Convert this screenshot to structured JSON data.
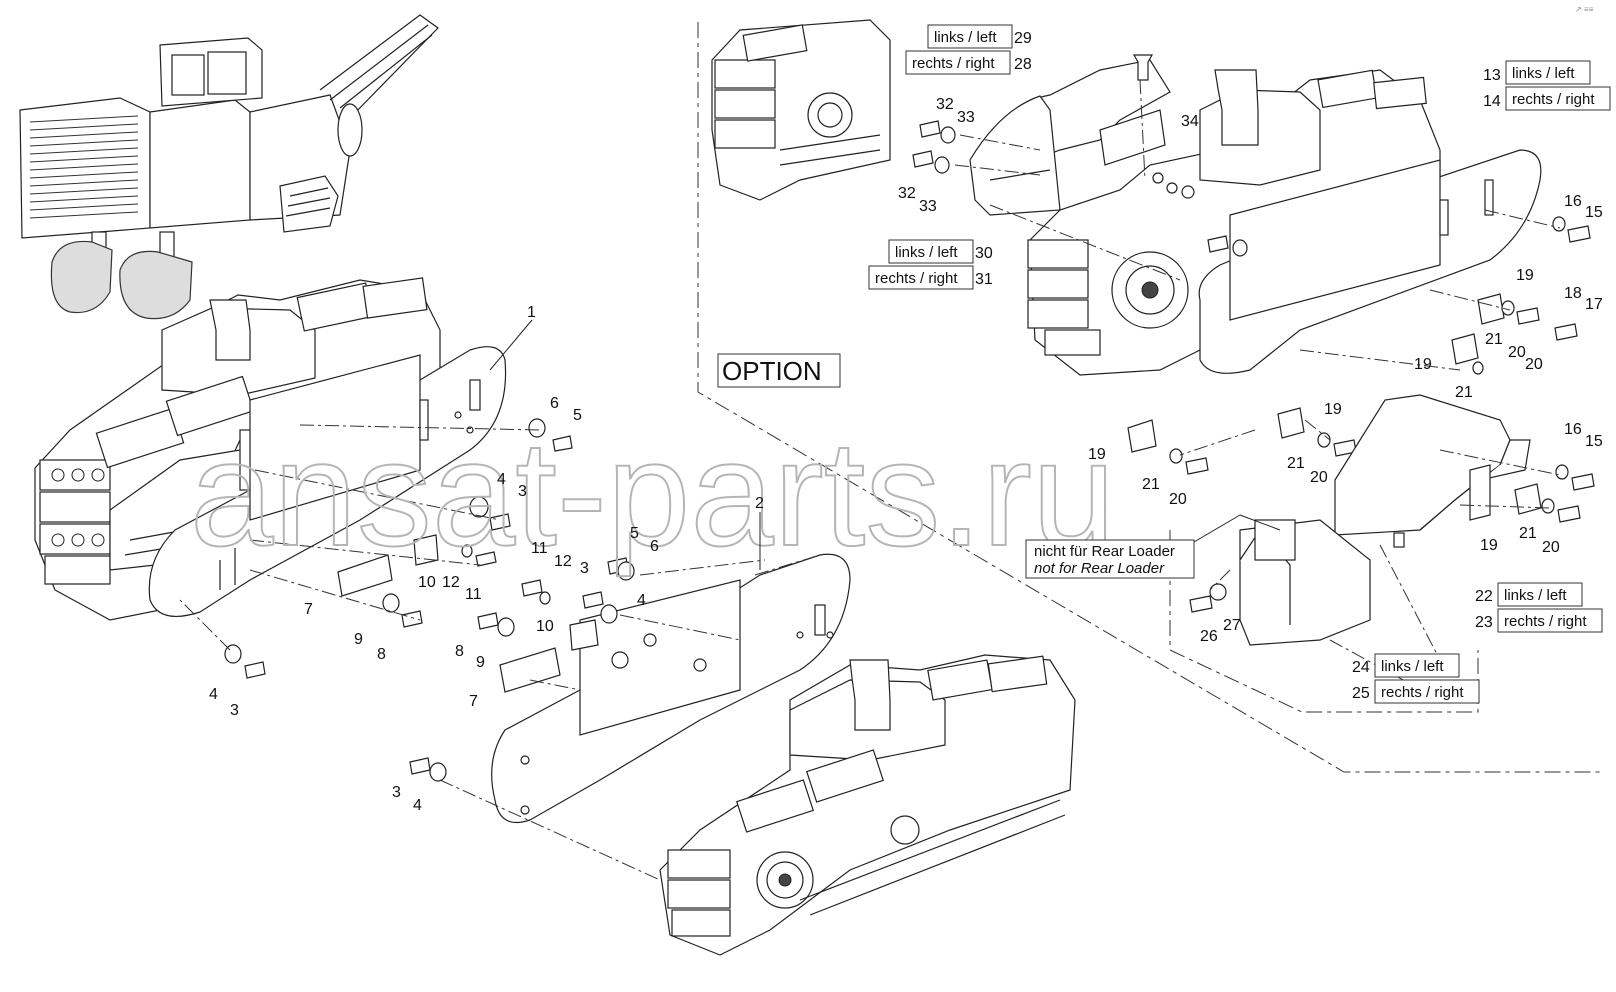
{
  "watermark": "ansat-parts.ru",
  "corner_mark": "↗ ≡≡",
  "option_label": "OPTION",
  "note": {
    "de": "nicht für Rear Loader",
    "en": "not for Rear Loader"
  },
  "box_labels": {
    "l29": "links / left",
    "l28": "rechts / right",
    "l13": "links / left",
    "l14": "rechts / right",
    "l30": "links / left",
    "l31": "rechts / right",
    "l22": "links / left",
    "l23": "rechts / right",
    "l24": "links / left",
    "l25": "rechts / right"
  },
  "box_numbers": {
    "n29": "29",
    "n28": "28",
    "n13": "13",
    "n14": "14",
    "n30": "30",
    "n31": "31",
    "n22": "22",
    "n23": "23",
    "n24": "24",
    "n25": "25"
  },
  "callouts": {
    "c1": "1",
    "c2": "2",
    "c6a": "6",
    "c5a": "5",
    "c4a": "4",
    "c3a": "3",
    "c11a": "11",
    "c12a": "12",
    "c10a": "10",
    "c12b": "12",
    "c11b": "11",
    "c5b": "5",
    "c6b": "6",
    "c3b": "3",
    "c4b": "4",
    "c7a": "7",
    "c9a": "9",
    "c8a": "8",
    "c8b": "8",
    "c9b": "9",
    "c10b": "10",
    "c7b": "7",
    "c4c": "4",
    "c3c": "3",
    "c3d": "3",
    "c4d": "4",
    "c32a": "32",
    "c33a": "33",
    "c32b": "32",
    "c33b": "33",
    "c34": "34",
    "c16a": "16",
    "c15a": "15",
    "c19a": "19",
    "c18": "18",
    "c17": "17",
    "c21a": "21",
    "c20a": "20",
    "c19b": "19",
    "c20b": "20",
    "c21b": "21",
    "c19c": "19",
    "c19d": "19",
    "c21c": "21",
    "c20c": "20",
    "c21d": "21",
    "c20d": "20",
    "c16b": "16",
    "c15b": "15",
    "c19e": "19",
    "c21e": "21",
    "c20e": "20",
    "c26": "26",
    "c27": "27"
  }
}
